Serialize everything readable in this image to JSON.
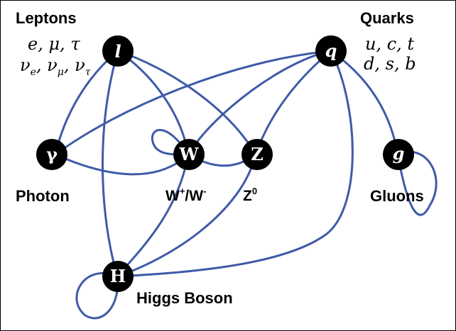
{
  "nodes": {
    "lepton": {
      "symbol": "l"
    },
    "quark": {
      "symbol": "q"
    },
    "photon": {
      "symbol": "γ"
    },
    "w": {
      "symbol": "W"
    },
    "z": {
      "symbol": "Z"
    },
    "gluon": {
      "symbol": "g"
    },
    "higgs": {
      "symbol": "H"
    }
  },
  "captions": {
    "leptons": "Leptons",
    "leptons_row1": "e, μ, τ",
    "leptons_row2": {
      "v1": "ν",
      "s1": "e",
      "sep1": ", ",
      "v2": "ν",
      "s2": "μ",
      "sep2": ", ",
      "v3": "ν",
      "s3": "τ"
    },
    "quarks": "Quarks",
    "quarks_row1": "u, c, t",
    "quarks_row2": "d, s, b",
    "photon": "Photon",
    "w": {
      "base1": "W",
      "sup1": "+",
      "slash": "/W",
      "sup2": "-"
    },
    "z": {
      "base": "Z",
      "sup": "0"
    },
    "gluons": "Gluons",
    "higgs": "Higgs Boson"
  },
  "colors": {
    "edge": "#3f5aa8",
    "node": "#000000",
    "node_text": "#ffffff"
  }
}
